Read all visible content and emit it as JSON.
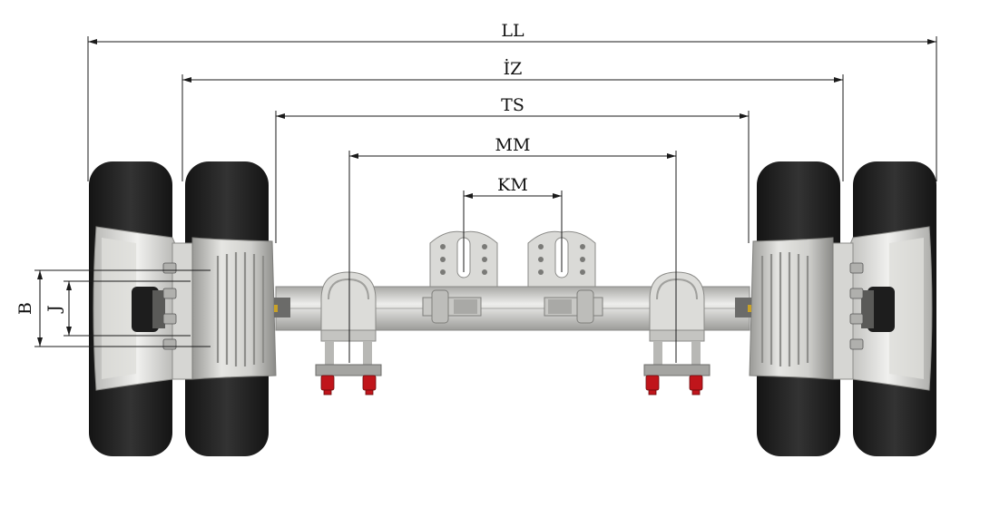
{
  "dimensions": {
    "ll": "LL",
    "iz": "İZ",
    "ts": "TS",
    "mm": "MM",
    "km": "KM",
    "b": "B",
    "j": "J"
  },
  "colors": {
    "tire": "#1b1b1b",
    "tire_tread": "#2b2b2b",
    "metal_light": "#e4e4e2",
    "metal_mid": "#c9c9c6",
    "metal_dark": "#8f8f8c",
    "bolt_red": "#c0151b",
    "line": "#1a1a1a"
  }
}
